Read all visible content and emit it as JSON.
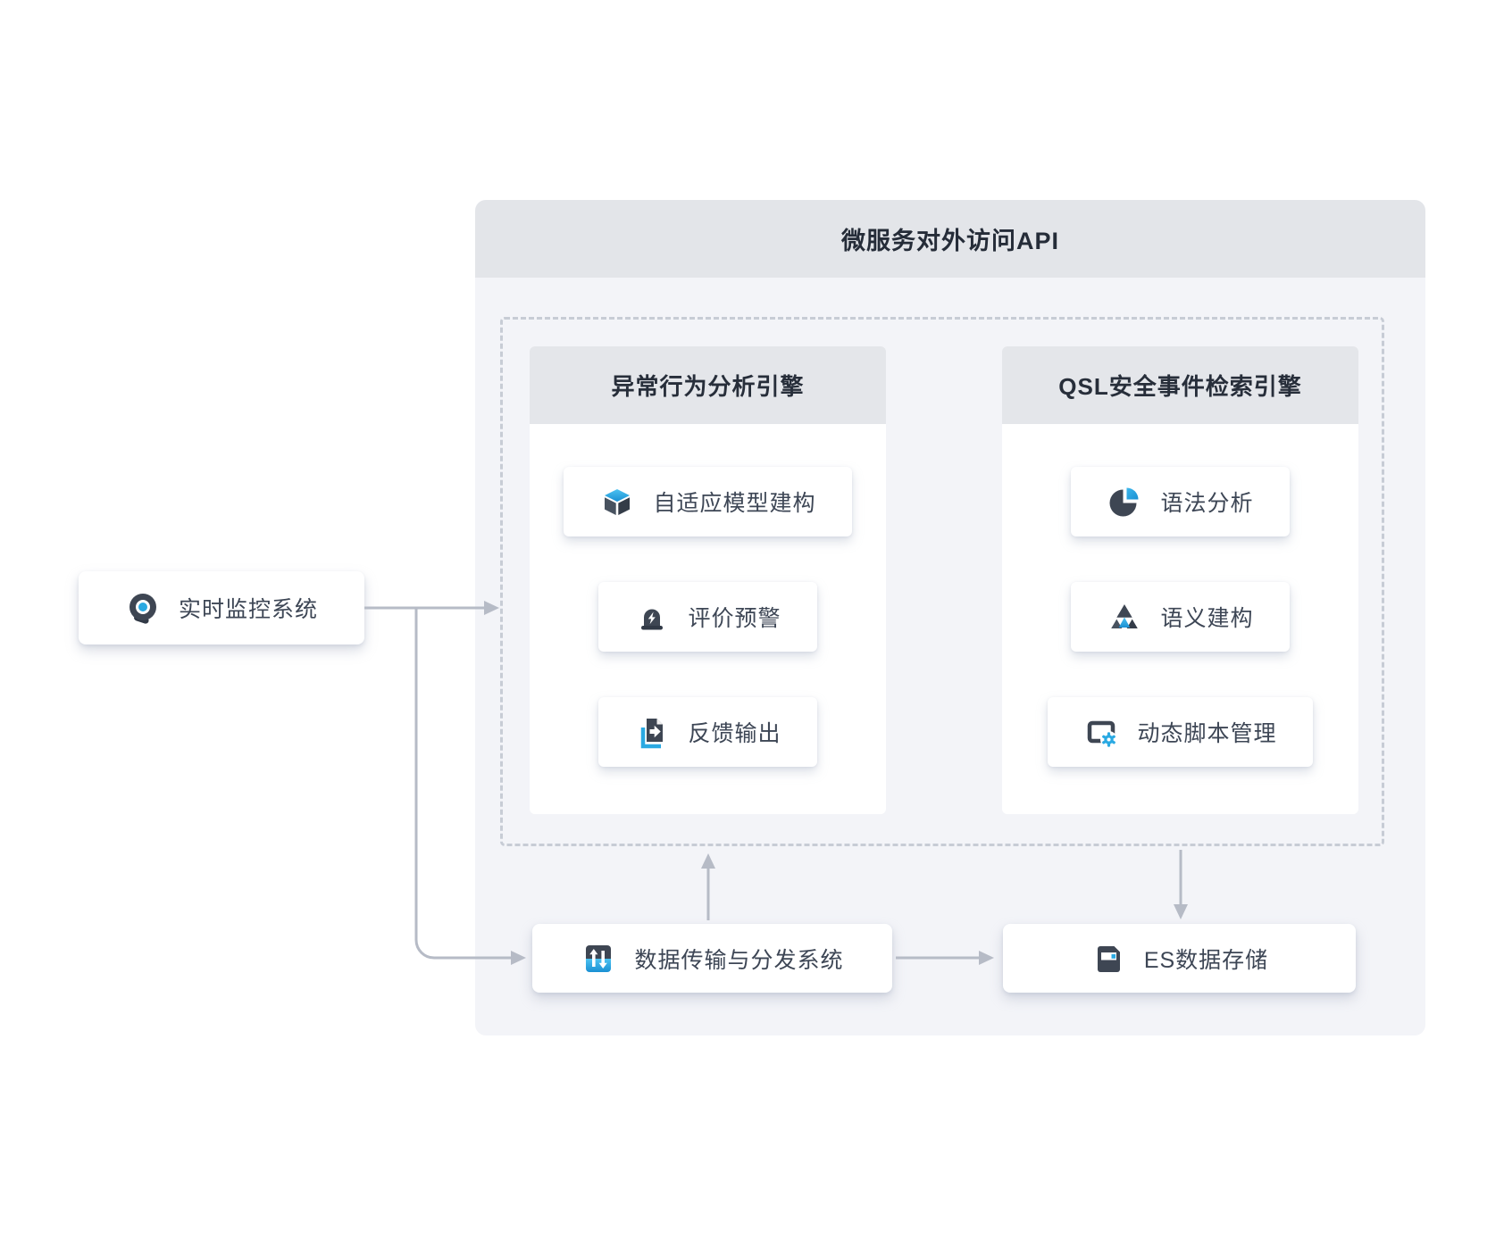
{
  "diagram": {
    "api_panel": {
      "title": "微服务对外访问API"
    },
    "source_node": {
      "label": "实时监控系统",
      "icon": "webcam-icon"
    },
    "engines": [
      {
        "title": "异常行为分析引擎",
        "items": [
          {
            "label": "自适应模型建构",
            "icon": "cube-icon"
          },
          {
            "label": "评价预警",
            "icon": "siren-icon"
          },
          {
            "label": "反馈输出",
            "icon": "document-export-icon"
          }
        ]
      },
      {
        "title": "QSL安全事件检索引擎",
        "items": [
          {
            "label": "语法分析",
            "icon": "pie-chart-icon"
          },
          {
            "label": "语义建构",
            "icon": "triangles-icon"
          },
          {
            "label": "动态脚本管理",
            "icon": "monitor-gear-icon"
          }
        ]
      }
    ],
    "bottom_nodes": [
      {
        "label": "数据传输与分发系统",
        "icon": "data-transfer-icon"
      },
      {
        "label": "ES数据存储",
        "icon": "floppy-disk-icon"
      }
    ],
    "colors": {
      "accent_blue": "#2aa9e2",
      "icon_dark": "#3e4653",
      "arrow_gray": "#b6bbc6",
      "panel_bg": "#f3f4f8",
      "header_bg": "#e3e5e9",
      "dashed_border": "#c7ccd5"
    }
  }
}
